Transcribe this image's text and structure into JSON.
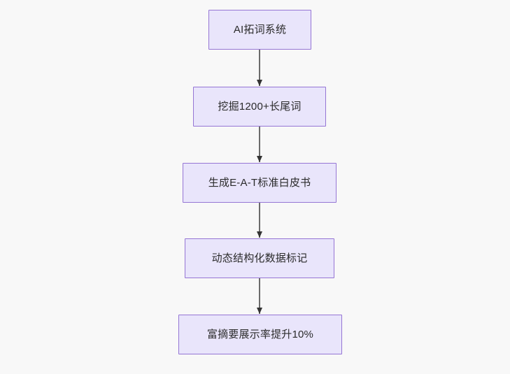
{
  "diagram": {
    "type": "flowchart",
    "direction": "top-to-bottom",
    "background_color": "#f8f8f8",
    "node_fill_color": "#e9e5fb",
    "node_border_color": "#9575d4",
    "node_text_color": "#2b2b2b",
    "edge_color": "#6b6b6b",
    "arrowhead_color": "#333333",
    "nodes": [
      {
        "id": "n0",
        "label": "AI拓词系统"
      },
      {
        "id": "n1",
        "label": "挖掘1200+长尾词"
      },
      {
        "id": "n2",
        "label": "生成E-A-T标准白皮书"
      },
      {
        "id": "n3",
        "label": "动态结构化数据标记"
      },
      {
        "id": "n4",
        "label": "富摘要展示率提升10%"
      }
    ],
    "edges": [
      {
        "from": "n0",
        "to": "n1",
        "label": ""
      },
      {
        "from": "n1",
        "to": "n2",
        "label": ""
      },
      {
        "from": "n2",
        "to": "n3",
        "label": ""
      },
      {
        "from": "n3",
        "to": "n4",
        "label": ""
      }
    ]
  }
}
